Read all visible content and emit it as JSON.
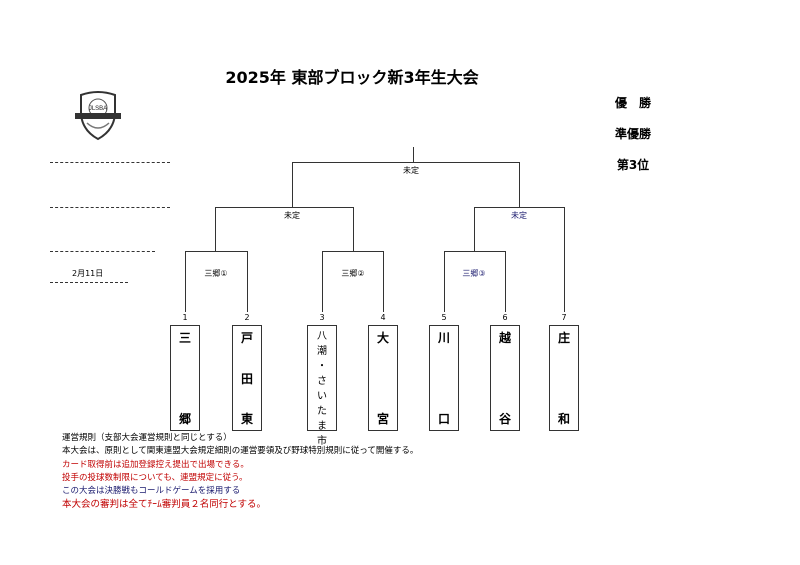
{
  "title": "2025年 東部ブロック新3年生大会",
  "logo": {
    "text": "JLSBA"
  },
  "results": {
    "champion": "優　勝",
    "runner_up": "準優勝",
    "third": "第3位"
  },
  "date": "2月11日",
  "bracket": {
    "final": "未定",
    "semi_left": "未定",
    "semi_right": "未定",
    "r1_1": "三郷①",
    "r1_2": "三郷②",
    "r1_3": "三郷③"
  },
  "teams": [
    {
      "seed": "1",
      "chars": [
        "三",
        "郷"
      ]
    },
    {
      "seed": "2",
      "chars": [
        "戸",
        "田",
        "東"
      ]
    },
    {
      "seed": "3",
      "chars": [
        "八",
        "潮",
        "・",
        "さ",
        "い",
        "た",
        "ま",
        "市"
      ]
    },
    {
      "seed": "4",
      "chars": [
        "大",
        "宮"
      ]
    },
    {
      "seed": "5",
      "chars": [
        "川",
        "口"
      ]
    },
    {
      "seed": "6",
      "chars": [
        "越",
        "谷"
      ]
    },
    {
      "seed": "7",
      "chars": [
        "庄",
        "和"
      ]
    }
  ],
  "rules": [
    "運営規則（支部大会運営規則と同じとする）",
    "本大会は、原則として関東連盟大会規定細則の運営要領及び野球特別規則に従って開催する。",
    "カード取得前は追加登録控え提出で出場できる。",
    "投手の投球数制限についても、連盟規定に従う。",
    "この大会は決勝戦もコールドゲームを採用する",
    "本大会の審判は全てﾁｰﾑ審判員２名同行とする。"
  ],
  "colors": {
    "red": "#c00000",
    "navy": "#1a1a6e"
  }
}
